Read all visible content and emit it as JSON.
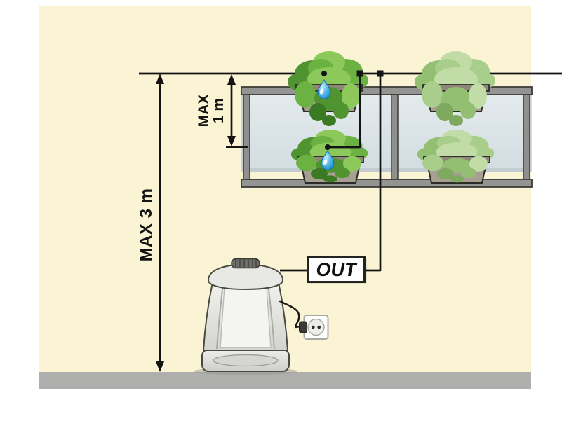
{
  "diagram": {
    "labels": {
      "max_total": "MAX 3 m",
      "max_row_line1": "MAX",
      "max_row_line2": "1 m",
      "out": "OUT"
    },
    "colors": {
      "paper": "#FBF4D4",
      "ground": "#AFAFAD",
      "tube": "#141414",
      "glass": "#DCE5E9",
      "railing": "#90908E",
      "planter": "#A69F92",
      "plant-vivid": "#4F9430",
      "plant-faded": "#A9CE8B",
      "water": "#2196D3",
      "device-body": "#E8E8E4",
      "socket-plate": "#FFFFFF",
      "out-border": "#23231F"
    },
    "components": [
      "irrigation-supply-line",
      "drip-emitter",
      "water-drop",
      "hanging-planter",
      "plant",
      "balcony-railing",
      "glass-panel",
      "dimension-arrow",
      "water-timer-device",
      "power-cable",
      "power-socket",
      "out-port-label",
      "ground"
    ]
  }
}
